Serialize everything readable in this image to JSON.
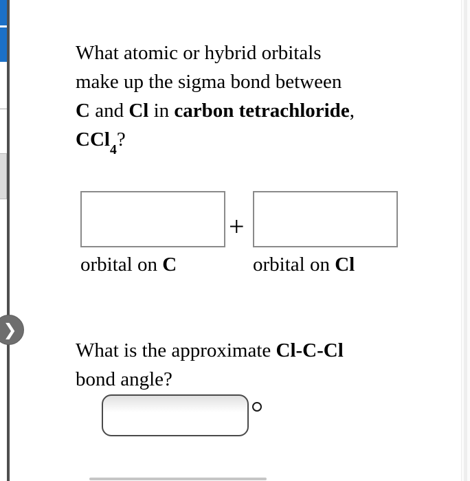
{
  "colors": {
    "accent_blue": "#1c70c6",
    "vertical_rule_gray": "#4f4f4f",
    "chevron_button_gray": "#6e6e6e",
    "orbital_box_border": "#8a8a8a",
    "angle_box_border": "#4a4a4a"
  },
  "sidebar": {
    "chevron": "❯"
  },
  "question1": {
    "line1": "What atomic or hybrid orbitals",
    "line2": "make up the sigma bond between",
    "line3": [
      {
        "text": "C",
        "bold": true
      },
      {
        "text": " and ",
        "bold": false
      },
      {
        "text": "Cl",
        "bold": true
      },
      {
        "text": " in ",
        "bold": false
      },
      {
        "text": "carbon tetrachloride",
        "bold": true
      },
      {
        "text": ",",
        "bold": false
      }
    ],
    "line4": [
      {
        "text": "CCl",
        "bold": true
      },
      {
        "text": "4",
        "bold": true,
        "subscript": true
      },
      {
        "text": "?",
        "bold": false
      }
    ]
  },
  "orbital_section": {
    "plus": "+",
    "input_c": {
      "value": "",
      "placeholder": ""
    },
    "input_cl": {
      "value": "",
      "placeholder": ""
    },
    "label_c": [
      {
        "text": "orbital on ",
        "bold": false
      },
      {
        "text": "C",
        "bold": true
      }
    ],
    "label_cl": [
      {
        "text": "orbital on ",
        "bold": false
      },
      {
        "text": "Cl",
        "bold": true
      }
    ]
  },
  "question2": {
    "line1": [
      {
        "text": "What is the approximate ",
        "bold": false
      },
      {
        "text": "Cl-C-Cl",
        "bold": true
      }
    ],
    "line2": "bond angle?",
    "angle_input": {
      "value": "",
      "placeholder": ""
    },
    "unit_symbol": "°"
  }
}
